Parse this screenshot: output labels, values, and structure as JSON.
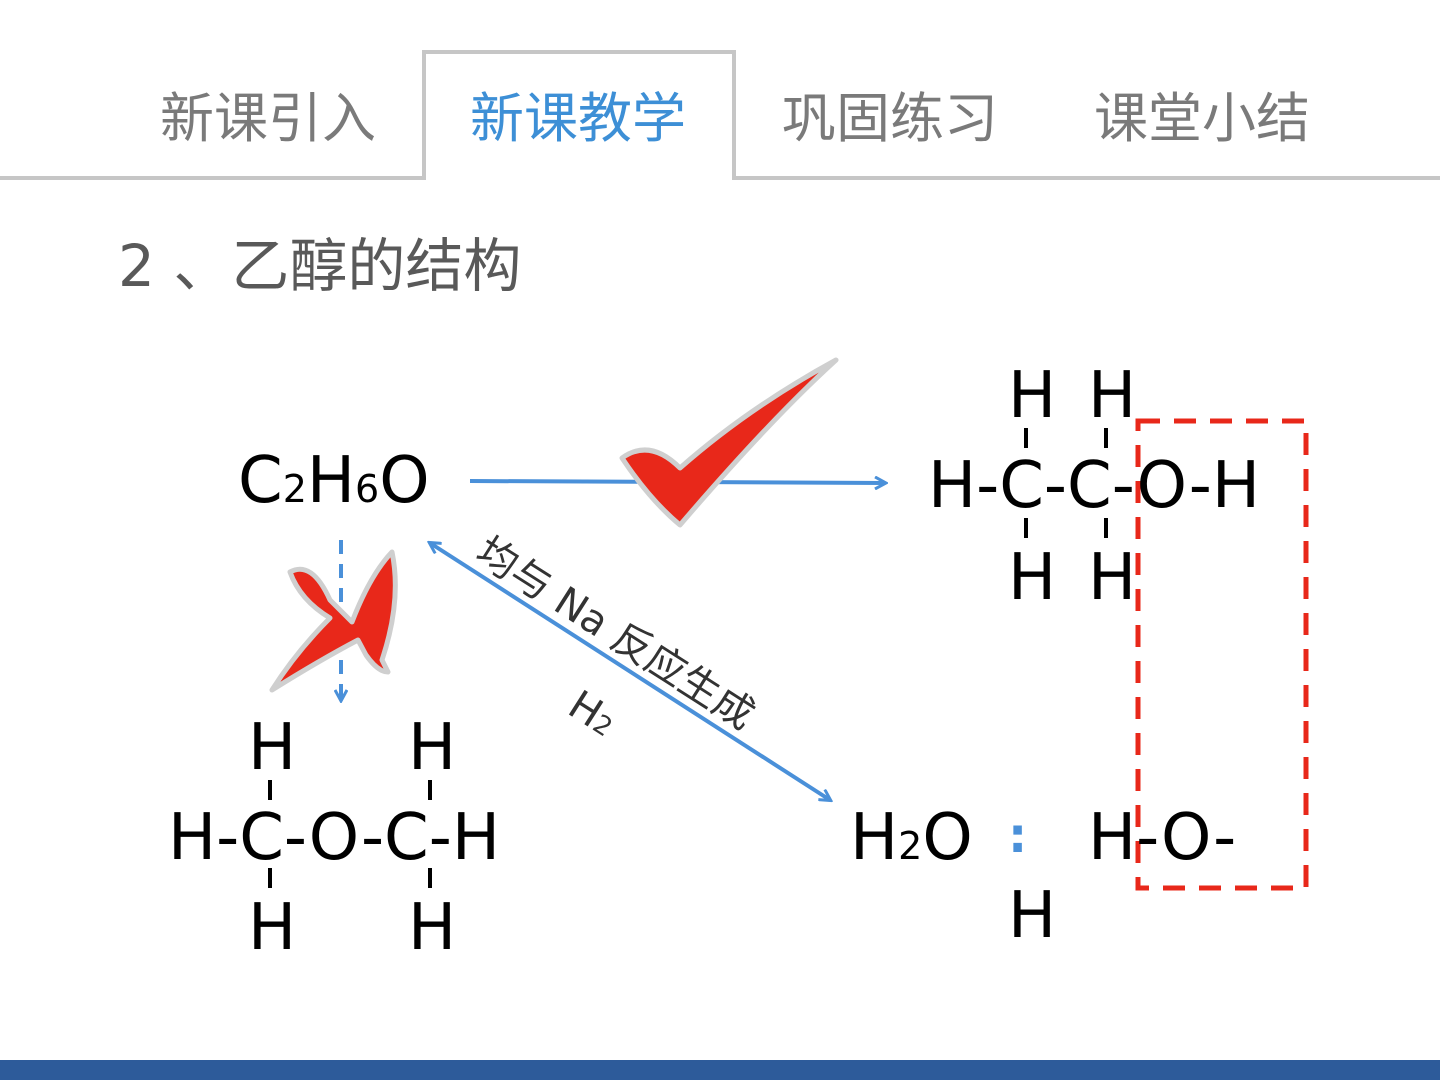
{
  "tabs": [
    {
      "label": "新课引入",
      "active": false
    },
    {
      "label": "新课教学",
      "active": true
    },
    {
      "label": "巩固练习",
      "active": false
    },
    {
      "label": "课堂小结",
      "active": false
    }
  ],
  "section": {
    "title": "2 、乙醇的结构"
  },
  "formula": {
    "c": "C",
    "n2": "2",
    "h": "H",
    "n6": "6",
    "o": "O"
  },
  "ethanol": {
    "top_h1": "H",
    "top_h2": "H",
    "main": "H-C-C-O-H",
    "bottom_h1": "H",
    "bottom_h2": "H"
  },
  "ether": {
    "top_h1": "H",
    "top_h2": "H",
    "main": "H-C-O-C-H",
    "bottom_h1": "H",
    "bottom_h2": "H"
  },
  "water": {
    "h": "H",
    "n2": "2",
    "o": "O",
    "colon": ":",
    "ho": "H-O-",
    "h_below": "H"
  },
  "annotation": {
    "line1": "均与 Na 反应生成",
    "line2_h": "H",
    "line2_sub": "2"
  },
  "colors": {
    "accent_blue": "#4a90d9",
    "tab_active": "#3d8fd6",
    "mark_red": "#e8281a",
    "footer": "#2d5b9a"
  },
  "icons": {
    "correct": "checkmark-icon",
    "wrong": "cross-icon"
  }
}
